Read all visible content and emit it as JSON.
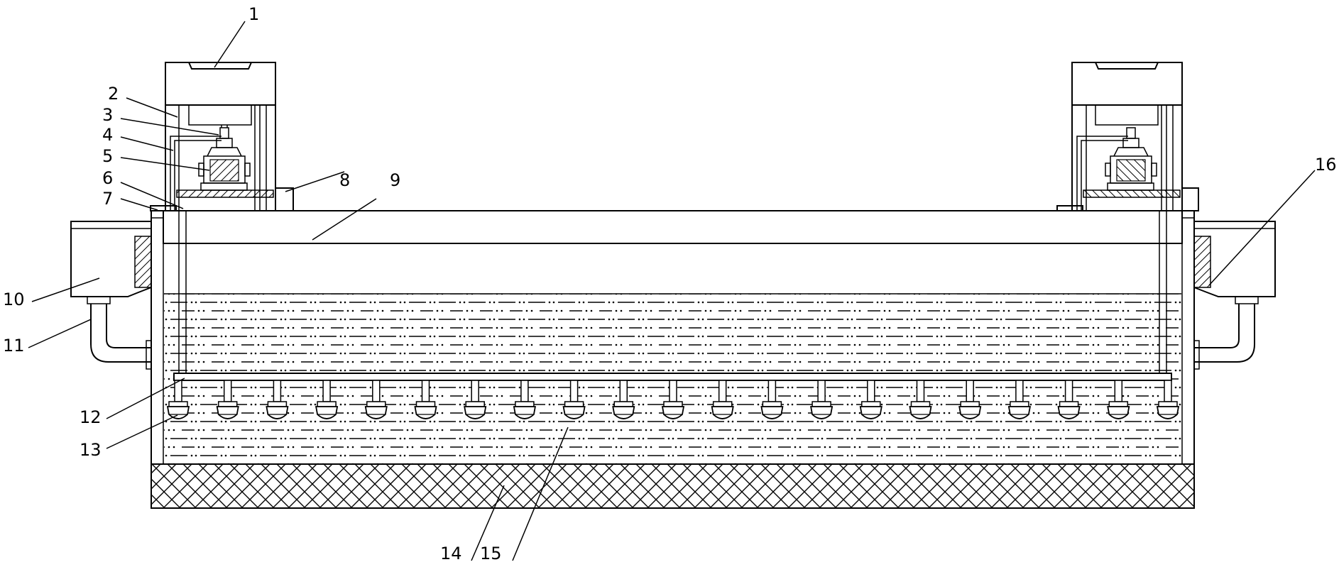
{
  "labels": {
    "l1": "1",
    "l2": "2",
    "l3": "3",
    "l4": "4",
    "l5": "5",
    "l6": "6",
    "l7": "7",
    "l8": "8",
    "l9": "9",
    "l10": "10",
    "l11": "11",
    "l12": "12",
    "l13": "13",
    "l14": "14",
    "l15": "15",
    "l16": "16"
  },
  "colors": {
    "line": "#000000",
    "background": "#ffffff"
  },
  "nozzle_count": 21
}
